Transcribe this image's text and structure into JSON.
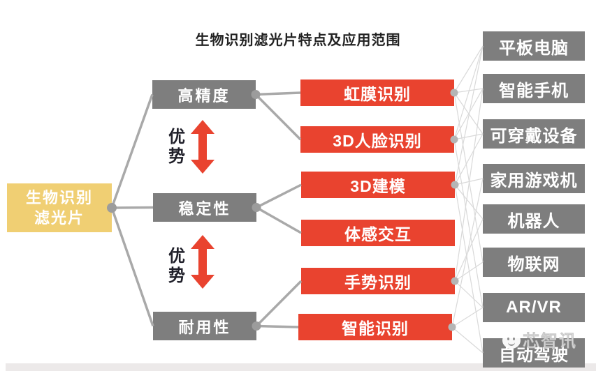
{
  "title": "生物识别滤光片特点及应用范围",
  "root": {
    "line1": "生物识别",
    "line2": "滤光片"
  },
  "features": [
    {
      "label": "高精度"
    },
    {
      "label": "稳定性"
    },
    {
      "label": "耐用性"
    }
  ],
  "advantage": {
    "char1": "优",
    "char2": "势"
  },
  "technologies": [
    {
      "label": "虹膜识别"
    },
    {
      "label": "3D人脸识别"
    },
    {
      "label": "3D建模"
    },
    {
      "label": "体感交互"
    },
    {
      "label": "手势识别"
    },
    {
      "label": "智能识别"
    }
  ],
  "applications": [
    "平板电脑",
    "智能手机",
    "可穿戴设备",
    "家用游戏机",
    "机器人",
    "物联网",
    "AR/VR",
    "自动驾驶"
  ],
  "watermark": {
    "text": "芯智讯"
  },
  "links": {
    "root_to_features": [
      0,
      1,
      2
    ],
    "feature_to_tech": [
      [
        0,
        [
          0,
          1
        ]
      ],
      [
        1,
        [
          2,
          3
        ]
      ],
      [
        2,
        [
          4,
          5
        ]
      ]
    ],
    "tech_to_app": [
      [
        0,
        [
          0,
          1,
          2,
          5
        ]
      ],
      [
        1,
        [
          0,
          1,
          2,
          6
        ]
      ],
      [
        2,
        [
          0,
          2,
          3,
          4,
          7
        ]
      ],
      [
        4,
        [
          1,
          4,
          5,
          6
        ]
      ],
      [
        5,
        [
          3,
          6,
          7
        ]
      ]
    ],
    "tech_dots": [
      0,
      1,
      2,
      4,
      5
    ]
  },
  "colors": {
    "red": "#e9432f",
    "box_gray": "#7e7e7e",
    "yellow": "#f0cf73",
    "connector_gray": "#a9a9a9",
    "web_line_gray": "#d9d9d9",
    "node_dot_gray": "#9c9c9c",
    "tech_dot_gray": "#b5b5b5",
    "bottom_bar": "#ece9e9",
    "title_text": "#222222",
    "advantage_text": "#20202a"
  }
}
